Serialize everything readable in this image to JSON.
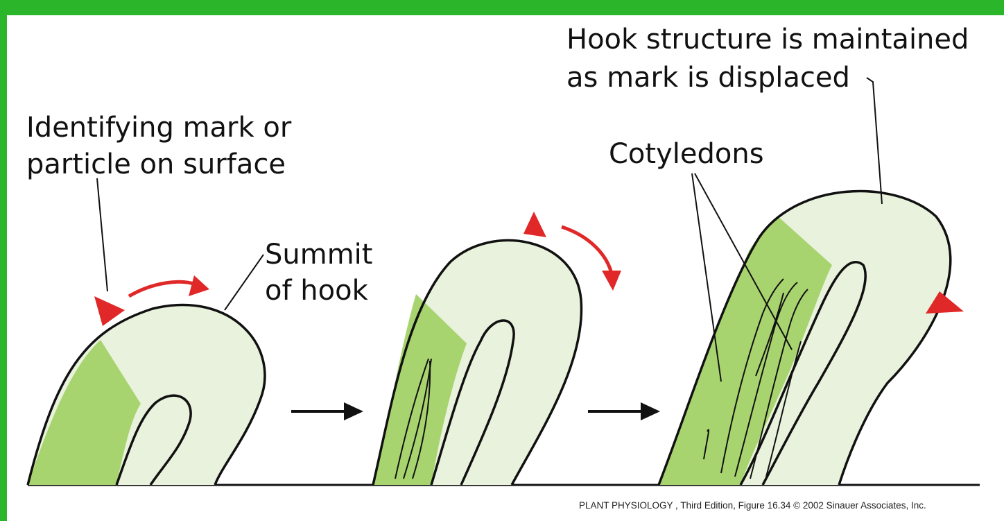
{
  "labels": {
    "hook_structure_line1": "Hook structure is maintained",
    "hook_structure_line2": "as mark is displaced",
    "identifying_mark_line1": "Identifying mark or",
    "identifying_mark_line2": "particle on surface",
    "cotyledons": "Cotyledons",
    "summit_line1": "Summit",
    "summit_line2": "of hook"
  },
  "caption": "PLANT PHYSIOLOGY , Third Edition, Figure 16.34  © 2002 Sinauer Associates, Inc.",
  "colors": {
    "frame_border": "#2ab52a",
    "background": "#ffffff",
    "dark_green": "#a8d46f",
    "light_green": "#e8f2dc",
    "outline": "#111111",
    "mark_red": "#e02828",
    "arrow_red": "#e02828"
  }
}
